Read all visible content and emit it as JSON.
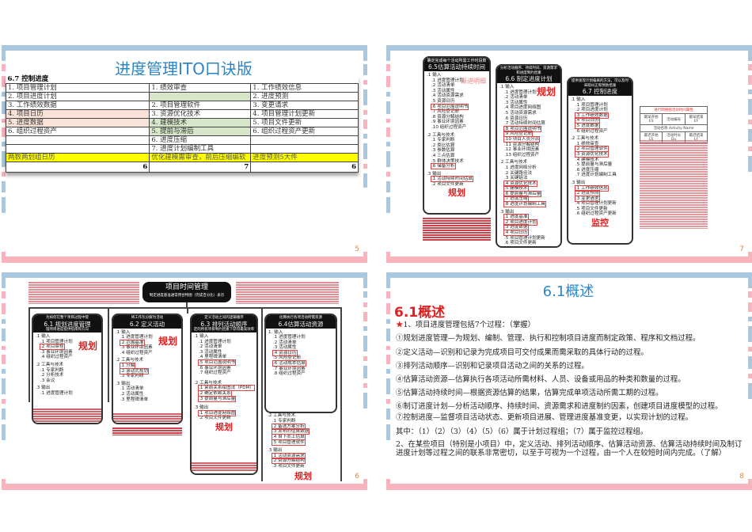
{
  "slides": [
    {
      "title": "进度管理ITO口诀版",
      "page_number": "5",
      "table": {
        "heading": "6.7 控制进度",
        "rows": [
          [
            "1. 项目管理计划",
            "1. 绩效审查",
            "1. 工作绩效信息"
          ],
          [
            "2. 项目进度计划",
            "",
            "2. 进度预测"
          ],
          [
            "3. 工作绩效数据",
            "2. 项目管理软件",
            "3. 变更请求"
          ],
          [
            "4. 项目日历",
            "3. 资源优化技术",
            "4. 项目管理计划更新"
          ],
          [
            "5. 进度数据",
            "4. 建模技术",
            "5. 项目文件更新"
          ],
          [
            "6. 组织过程资产",
            "5. 提前与滞后",
            "6. 组织过程资产更新"
          ],
          [
            "",
            "6. 进度压缩",
            ""
          ],
          [
            "",
            "7. 进度计划编制工具",
            ""
          ]
        ],
        "mnemonics": [
          "两数两划组日历",
          "优化建模需审查，前后压缩编软",
          "进度预测5大件"
        ],
        "counts": [
          "6",
          "7",
          "6"
        ]
      }
    },
    {
      "page_number": "7",
      "cards": [
        {
          "header_note": "确定完成每个活动所需工作时段数",
          "title": "6.5估算活动持续时间",
          "tag": "渐进明细",
          "inputs_label": ".1 输入",
          "inputs": [
            ".1 进度管理计划",
            ".2 活动清单",
            ".3 活动属性",
            ".4 活动资源需求",
            ".5 资源日历",
            ".6 项目范围说明书",
            ".7 风险登记册",
            ".8 资源分解结构",
            ".9 事业环境因素",
            ".10 组织过程资产"
          ],
          "tools_label": ".2 工具与技术",
          "tools": [
            ".1 专家判断",
            ".2 类比估算",
            ".3 参数估算",
            ".4 三点估算",
            ".5 群体决策技术",
            ".6 储备分析"
          ],
          "outputs_label": ".3 输出",
          "outputs": [
            ".1 活动持续时间估算",
            ".2 项目文件更新"
          ],
          "phase": "规划"
        },
        {
          "header_note": "分析活动顺序、持续时间、资源需求和进度制约因素",
          "title": "6.6 制定进度计划",
          "tag": "规划",
          "inputs_label": ".1 输入",
          "inputs": [
            ".1 进度管理计划",
            ".2 活动清单",
            ".3 活动属性",
            ".4 项目进度网络图",
            ".5 活动资源需求",
            ".6 资源日历",
            ".7 活动持续时间估算",
            ".8 项目范围说明书",
            ".9 风险登记册",
            ".10 项目人员分派",
            ".11 资源分解结构",
            ".12 事业环境因素",
            ".13 组织过程资产"
          ],
          "tools_label": ".2 工具与技术",
          "tools": [
            ".1 进度网络分析",
            ".2 关键路径法",
            ".3 关键链法",
            ".4 资源优化技术",
            ".5 建模技术",
            ".6 提前量与滞后量",
            ".7 进度压缩",
            ".8 进度计划编制工具"
          ],
          "outputs_label": ".3 输出",
          "outputs": [
            ".1 进度基准",
            ".2 项目进度计划",
            ".3 进度数据",
            ".4 项目日历",
            ".5 项目管理计划更新",
            ".6 项目文件更新"
          ]
        },
        {
          "header_note": "提供发现计划偏离的方法，可以及时采取纠正和预防措施",
          "title": "6.7 控制进度",
          "inputs_label": ".1 输入",
          "inputs": [
            ".1 项目管理计划",
            ".2 项目进度计划",
            ".3 工作绩效数据",
            ".4 项目日历",
            ".5 进度数据",
            ".6 组织过程资产"
          ],
          "tools_label": ".2 工具与技术",
          "tools": [
            ".1 绩效审查",
            ".2 项目管理软件",
            ".3 资源优化技术",
            ".4 建模技术",
            ".5 提前量与滞后量",
            ".6 进度压缩",
            ".7 进度计划编制工具"
          ],
          "outputs_label": ".3 输出",
          "outputs": [
            ".1 工作绩效信息",
            ".2 进度预测",
            ".3 变更请求",
            ".4 项目管理计划更新",
            ".5 项目文件更新",
            ".6 组织过程资产更新"
          ],
          "phase": "监控"
        }
      ],
      "legend": {
        "title": "进行网络图活动时间属性",
        "rows": [
          [
            "最早开始 ES",
            "活动编号",
            "最早结束 EF"
          ],
          [
            "活动名称 Activity Name",
            "",
            ""
          ],
          [
            "最迟开始 LS",
            "活动时长 Du",
            "最迟结束 LF"
          ]
        ]
      }
    },
    {
      "page_number": "6",
      "hub": {
        "title": "项目时间管理",
        "subtitle": "制定进度基准通常用甘特图（完成百分比）表示"
      },
      "cards": [
        {
          "header_note": "为如何在整个项目过程中管",
          "title": "6.1 规划进度管理",
          "subtitle": "理项目进度提供指南和方向",
          "tag": "规划",
          "inputs_label": ".1 输入",
          "inputs": [
            ".1 项目管理计划",
            ".2 项目章程",
            ".3 事业环境因素",
            ".4 组织过程资产"
          ],
          "tools_label": ".2 工具与技术",
          "tools": [
            ".1 专家判断",
            ".2 分析技术",
            ".3 会议"
          ],
          "outputs_label": ".3 输出",
          "outputs": [
            ".1 进度管理计划"
          ]
        },
        {
          "header_note": "将工作包分解为活动",
          "title": "6.2 定义活动",
          "tag": "规划",
          "inputs_label": ".1 输入",
          "inputs": [
            ".1 进度管理计划",
            ".2 范围基准",
            ".3 事业环境因素",
            ".4 组织过程资产"
          ],
          "tools_label": ".2 工具与技术",
          "tools": [
            ".1 分解",
            ".2 滚动式规划",
            ".3 专家判断"
          ],
          "outputs_label": ".3 输出",
          "outputs": [
            ".1 活动清单",
            ".2 活动属性",
            ".3 里程碑清单"
          ]
        },
        {
          "header_note": "定义活动之间的逻辑顺序",
          "title": "6.3 排列活动顺序",
          "subtitle": "定的所有项目制约因素下获得最高效率",
          "inputs_label": ".1 输入",
          "inputs": [
            ".1 进度管理计划",
            ".2 活动清单",
            ".3 活动属性",
            ".4 里程碑清单",
            ".5 项目范围说明书",
            ".6 事业环境因素",
            ".7 组织过程资产"
          ],
          "tools_label": ".2 工具与技术",
          "tools": [
            ".1 紧前关系绘图法（PDM）",
            ".2 确定依赖关系",
            ".3 提前量与滞后量"
          ],
          "outputs_label": ".3 输出",
          "outputs": [
            ".1 项目进度网络图",
            ".2 项目文件更新"
          ],
          "phase": "规划"
        },
        {
          "header_note": "估算执行各项活动所需资源",
          "title": "6.4估算活动资源",
          "inputs_label": "1. 输入",
          "inputs": [
            ".1 进度管理计划",
            ".2 活动清单",
            ".3 活动属性",
            ".4 资源日历",
            ".5 风险登记册",
            ".6 活动成本估算",
            ".7 事业环境因素",
            ".8 组织过程资产"
          ],
          "tools_label": ".2 工具与技术",
          "tools": [
            ".1 专家判断",
            ".2 备选方案分析",
            ".3 发布的估算数据",
            ".4 自下而上估算",
            ".5 项目管理软件"
          ],
          "outputs_label": ".3 输出",
          "outputs": [
            ".1 活动资源需求",
            ".2 资源分解结构",
            ".3 项目文件更新"
          ],
          "phase": "规划"
        }
      ]
    },
    {
      "title": "6.1概述",
      "heading": "6.1概述",
      "page_number": "8",
      "star": "★",
      "intro": "1、项目进度管理包括7个过程：（掌握）",
      "processes": [
        "①规划进度管理—为规划、编制、管理、执行和控制项目进度而制定政策、程序和文档过程。",
        "②定义活动—识别和记录为完成项目可交付成果而需采取的具体行动的过程。",
        "③排列活动顺序—识别和记录项目活动之间的关系的过程。",
        "④估算活动资源—估算执行各项活动所需材料、人员、设备或用品的种类和数量的过程。",
        "⑤估算活动持续时间—根据资源估算的结果，估算完成单项活动所需工期的过程。",
        "⑥制订进度计划—分析活动顺序、持续时间、资源需求和进度制约因素，创建项目进度模型的过程。",
        "⑦控制进度—监督项目活动状态、更新项目进展、管理进度基准变更，以实现计划的过程。"
      ],
      "summary": "其中：（1）（2）（3）（4）（5）（6）属于计划过程组；（7）属于监控过程组。",
      "note": "2、在某些项目（特别是小项目）中，定义活动、排列活动顺序、估算活动资源、估算活动持续时间及制订进度计划等过程之间的联系非常密切，以至于可视为一个过程，由一个人在较短时间内完成。（了解）"
    }
  ]
}
